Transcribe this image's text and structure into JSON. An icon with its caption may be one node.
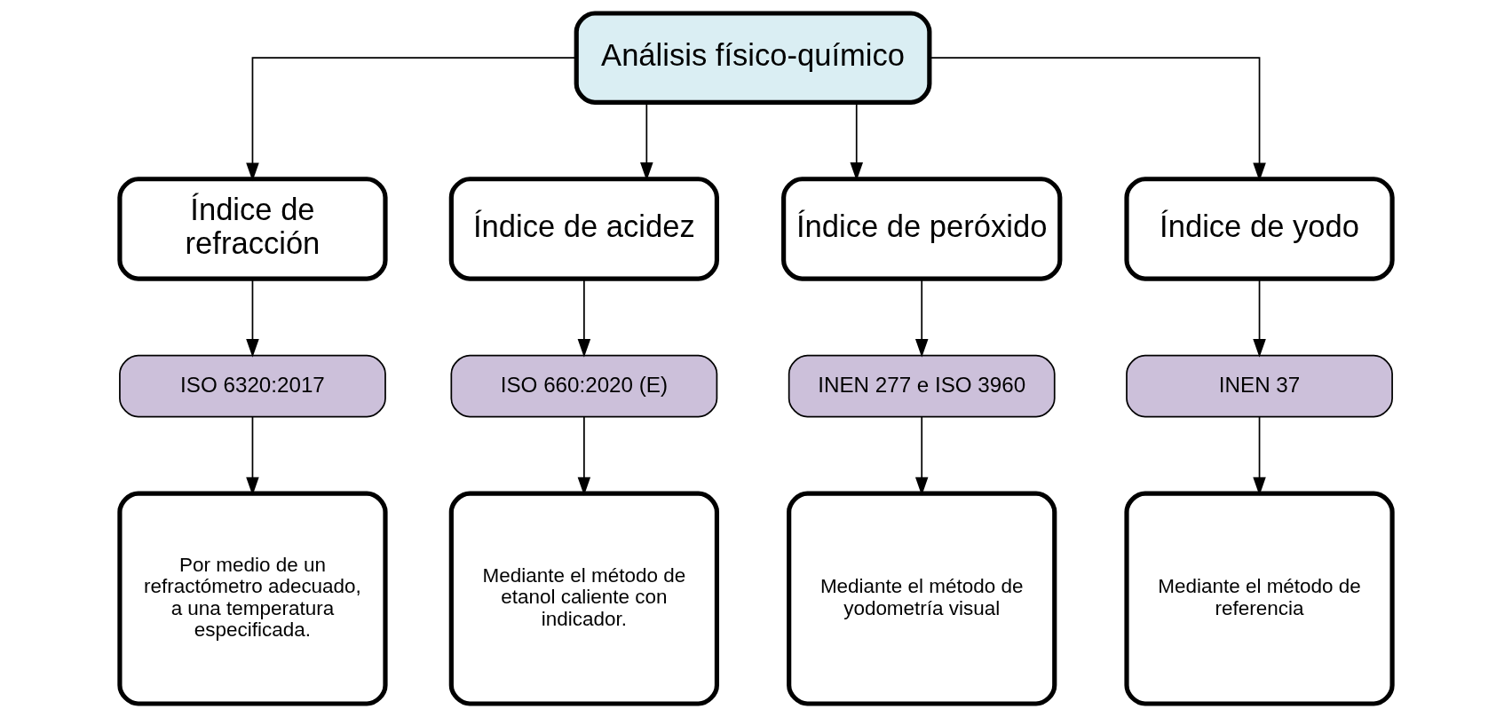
{
  "diagram": {
    "nodes": [
      {
        "text": [
          "Análisis físico-químico"
        ]
      },
      {
        "text": [
          "Índice de refracción"
        ]
      },
      {
        "text": [
          "Índice de acidez"
        ]
      },
      {
        "text": [
          "Índice de peróxido"
        ]
      },
      {
        "text": [
          "Índice de yodo"
        ]
      },
      {
        "text": [
          "ISO 6320:2017"
        ]
      },
      {
        "text": [
          "ISO 660:2020 (E)"
        ]
      },
      {
        "text": [
          "INEN 277 e ISO 3960"
        ]
      },
      {
        "text": [
          "INEN 37"
        ]
      },
      {
        "text": [
          "Por medio de un refractómetro adecuado, a una temperatura especificada."
        ]
      },
      {
        "text": [
          "Mediante el método de etanol caliente con indicador."
        ]
      },
      {
        "text": [
          "Mediante el método de yodometría visual"
        ]
      },
      {
        "text": [
          "Mediante el método de referencia"
        ]
      }
    ],
    "edges": [
      {
        "from": 0,
        "to": 1,
        "arrow": "to"
      },
      {
        "from": 0,
        "to": 2,
        "arrow": "to"
      },
      {
        "from": 0,
        "to": 3,
        "arrow": "to"
      },
      {
        "from": 0,
        "to": 4,
        "arrow": "to"
      },
      {
        "from": 1,
        "to": 5,
        "arrow": "to"
      },
      {
        "from": 2,
        "to": 6,
        "arrow": "to"
      },
      {
        "from": 3,
        "to": 7,
        "arrow": "to"
      },
      {
        "from": 4,
        "to": 8,
        "arrow": "to"
      },
      {
        "from": 5,
        "to": 9,
        "arrow": "to"
      },
      {
        "from": 6,
        "to": 10,
        "arrow": "to"
      },
      {
        "from": 7,
        "to": 11,
        "arrow": "to"
      },
      {
        "from": 8,
        "to": 12,
        "arrow": "to"
      }
    ]
  }
}
